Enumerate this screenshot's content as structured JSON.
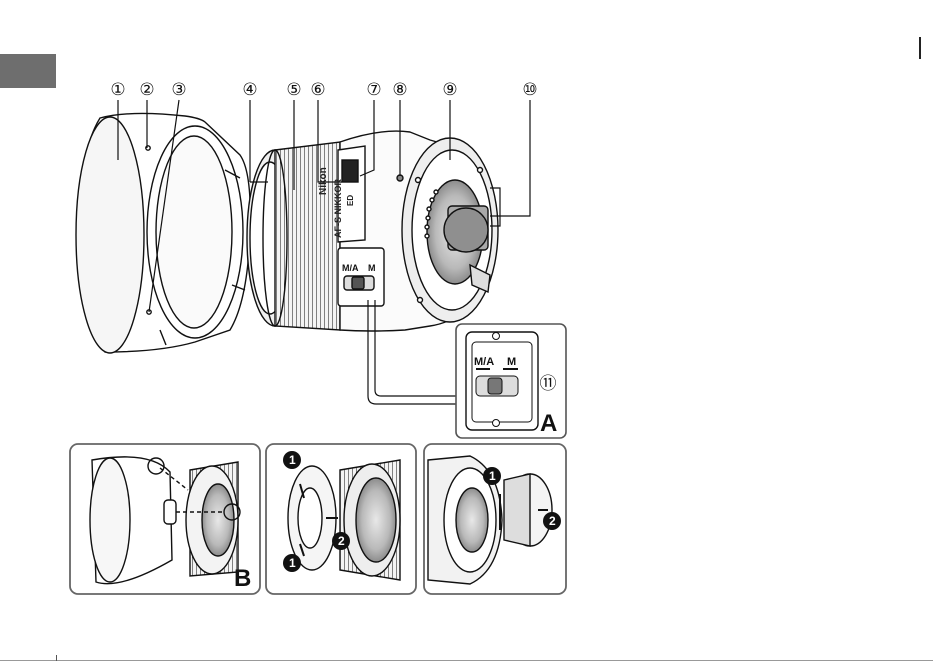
{
  "callouts": [
    "①",
    "②",
    "③",
    "④",
    "⑤",
    "⑥",
    "⑦",
    "⑧",
    "⑨",
    "⑩",
    "⑪"
  ],
  "switch_labels": {
    "ma": "M/A",
    "m": "M"
  },
  "inset_letters": {
    "a": "A",
    "b": "B"
  },
  "step_numbers": {
    "one": "1",
    "two": "2"
  },
  "lens_markings": {
    "brand": "Nikon",
    "model": "AF-S NIKKOR",
    "ed": "ED"
  },
  "colors": {
    "line": "#111111",
    "tab": "#6e6e6e",
    "page": "#ffffff"
  }
}
